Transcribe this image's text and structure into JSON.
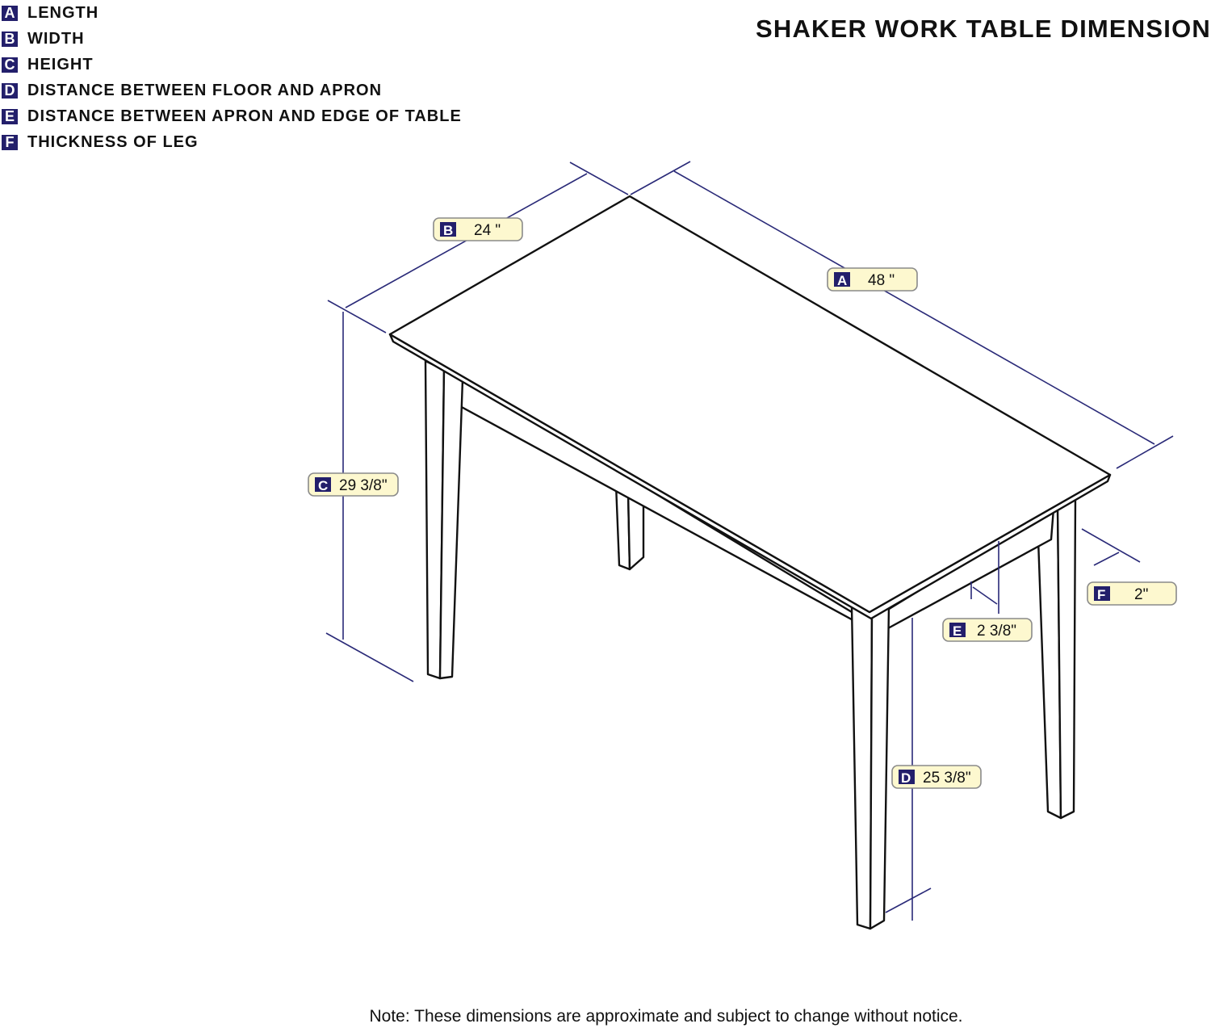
{
  "title": "SHAKER WORK TABLE DIMENSION",
  "legend": [
    {
      "key": "A",
      "label": "LENGTH"
    },
    {
      "key": "B",
      "label": "WIDTH"
    },
    {
      "key": "C",
      "label": "HEIGHT"
    },
    {
      "key": "D",
      "label": "DISTANCE BETWEEN FLOOR AND APRON"
    },
    {
      "key": "E",
      "label": "DISTANCE BETWEEN APRON AND EDGE OF TABLE"
    },
    {
      "key": "F",
      "label": "THICKNESS OF LEG"
    }
  ],
  "dimensions": {
    "A": {
      "key": "A",
      "value": "48 \""
    },
    "B": {
      "key": "B",
      "value": "24 \""
    },
    "C": {
      "key": "C",
      "value": "29 3/8\""
    },
    "D": {
      "key": "D",
      "value": "25 3/8\""
    },
    "E": {
      "key": "E",
      "value": "2 3/8\""
    },
    "F": {
      "key": "F",
      "value": "2\""
    }
  },
  "note": "Note:  These dimensions are approximate and subject to change without notice.",
  "colors": {
    "badge": "#231f6b",
    "label_bg": "#fdf8cf",
    "dimension_line": "#2a2a78"
  }
}
